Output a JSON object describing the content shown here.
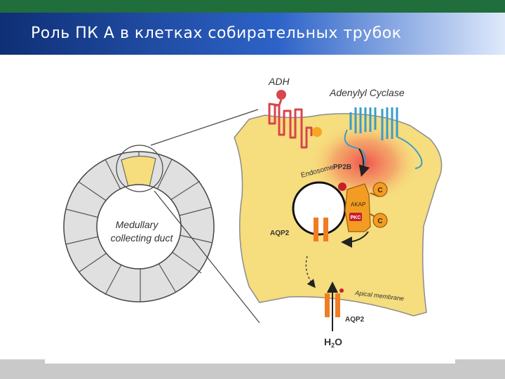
{
  "slide": {
    "title": "Роль ПК А в клетках собирательных трубок"
  },
  "diagram": {
    "duct_label_line1": "Medullary",
    "duct_label_line2": "collecting duct",
    "adh": "ADH",
    "adenylyl_cyclase": "Adenylyl Cyclase",
    "pp2b": "PP2B",
    "endosome": "Endosome",
    "akap": "AKAP",
    "pkc": "PKC",
    "catalytic": "C",
    "aqp2_vesicle": "AQP2",
    "aqp2_membrane": "AQP2",
    "apical_membrane": "Apical membrane",
    "water_main": "H",
    "water_sub": "2",
    "water_end": "O"
  },
  "colors": {
    "cell": "#f6dd7d",
    "cell_outline": "#8c8c8c",
    "adh_receptor": "#d8454d",
    "adenylyl_cyclase": "#3b9cc9",
    "akap": "#f39c24",
    "aqp2": "#ef7d22",
    "hotspot": "#ef4b4b"
  }
}
